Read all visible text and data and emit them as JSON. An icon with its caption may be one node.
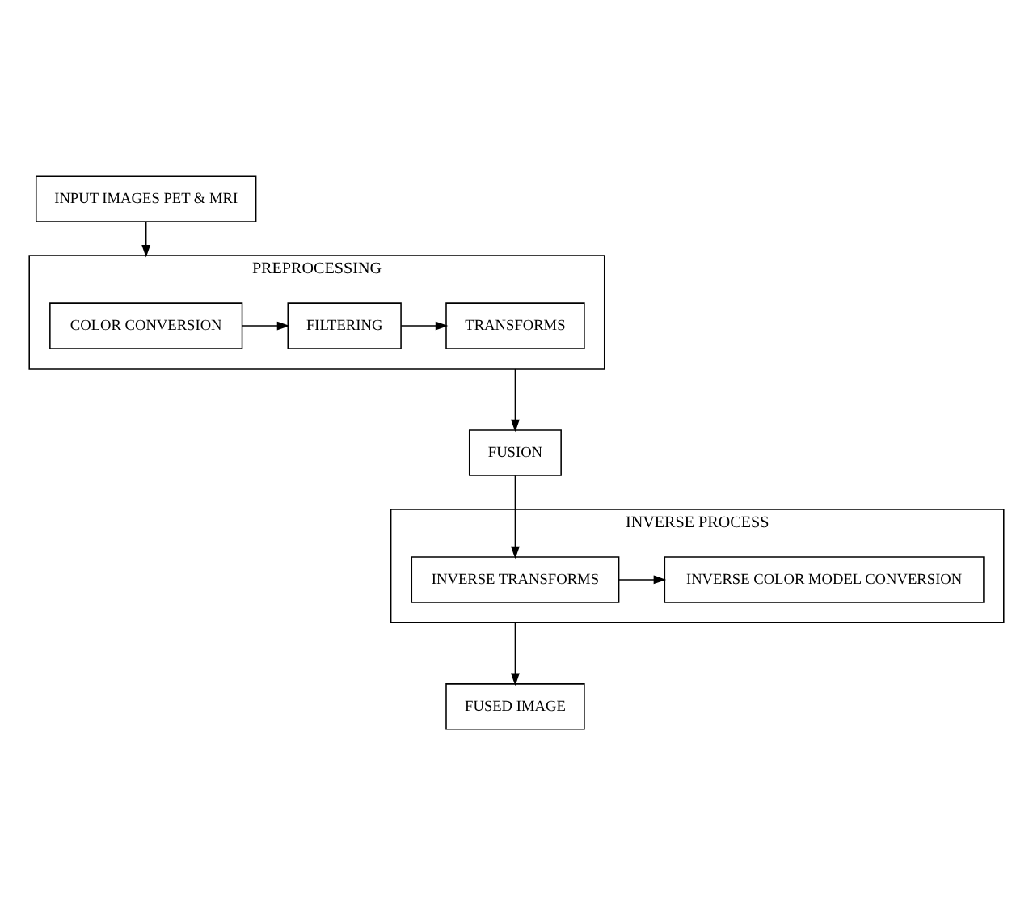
{
  "diagram": {
    "nodes": [
      {
        "text": [
          "INPUT IMAGES PET & MRI"
        ]
      },
      {
        "text": [
          "PREPROCESSING"
        ]
      },
      {
        "text": [
          "COLOR CONVERSION"
        ],
        "in": 1
      },
      {
        "text": [
          "FILTERING"
        ],
        "in": 1
      },
      {
        "text": [
          "TRANSFORMS"
        ],
        "in": 1
      },
      {
        "text": [
          "INVERSE PROCESS"
        ]
      },
      {
        "text": [
          "INVERSE COLOR MODEL CONVERSION"
        ],
        "in": 5
      },
      {
        "text": [
          "INVERSE TRANSFORMS"
        ],
        "in": 5
      },
      {
        "text": [
          "FUSION"
        ]
      },
      {
        "text": [
          "FUSED IMAGE"
        ]
      }
    ],
    "edges": [
      {
        "from": 0,
        "to": 1,
        "arrow": "to"
      },
      {
        "from": 2,
        "to": 3,
        "arrow": "to"
      },
      {
        "from": 3,
        "to": 4,
        "arrow": "to"
      },
      {
        "from": 1,
        "to": 8,
        "arrow": "to"
      },
      {
        "from": 8,
        "to": 7,
        "arrow": "to"
      },
      {
        "from": 7,
        "to": 6,
        "arrow": "to"
      },
      {
        "from": 5,
        "to": 9,
        "arrow": "to"
      }
    ]
  }
}
